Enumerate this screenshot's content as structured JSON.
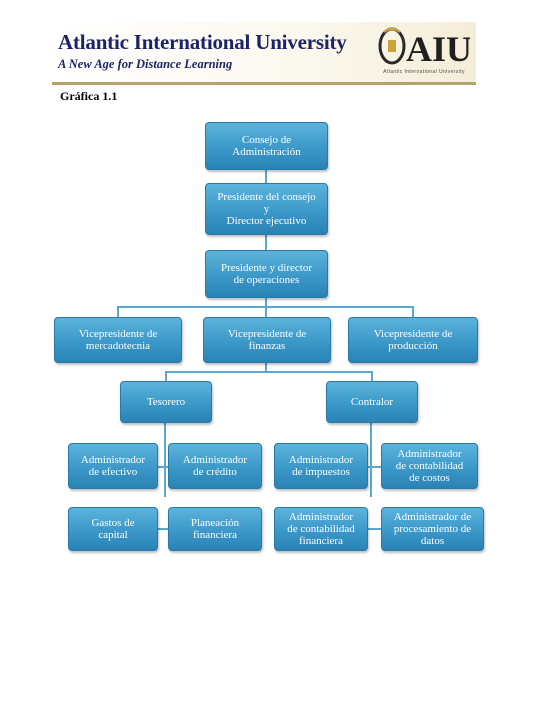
{
  "header": {
    "university_name": "Atlantic International University",
    "tagline": "A New Age for Distance Learning",
    "logo_text": "AIU",
    "logo_subtext": "Atlantic International University"
  },
  "caption": "Gráfica 1.1",
  "chart_data": {
    "type": "org-chart",
    "nodes": [
      {
        "id": "consejo",
        "label": "Consejo de\nAdministración"
      },
      {
        "id": "presidente_consejo",
        "label": "Presidente del consejo\ny\nDirector ejecutivo"
      },
      {
        "id": "presidente_operaciones",
        "label": "Presidente y director\nde operaciones"
      },
      {
        "id": "vp_mercadotecnia",
        "label": "Vicepresidente de\nmercadotecnia"
      },
      {
        "id": "vp_finanzas",
        "label": "Vicepresidente de\nfinanzas"
      },
      {
        "id": "vp_produccion",
        "label": "Vicepresidente de\nproducción"
      },
      {
        "id": "tesorero",
        "label": "Tesorero"
      },
      {
        "id": "contralor",
        "label": "Contralor"
      },
      {
        "id": "adm_efectivo",
        "label": "Administrador\nde efectivo"
      },
      {
        "id": "adm_credito",
        "label": "Administrador\nde crédito"
      },
      {
        "id": "adm_impuestos",
        "label": "Administrador\nde impuestos"
      },
      {
        "id": "adm_costos",
        "label": "Administrador\nde contabilidad\nde costos"
      },
      {
        "id": "gastos_capital",
        "label": "Gastos de\ncapital"
      },
      {
        "id": "planeacion",
        "label": "Planeación\nfinanciera"
      },
      {
        "id": "adm_contab_fin",
        "label": "Administrador\nde contabilidad\nfinanciera"
      },
      {
        "id": "adm_datos",
        "label": "Administrador de\nprocesamiento de\ndatos"
      }
    ],
    "edges": [
      [
        "consejo",
        "presidente_consejo"
      ],
      [
        "presidente_consejo",
        "presidente_operaciones"
      ],
      [
        "presidente_operaciones",
        "vp_mercadotecnia"
      ],
      [
        "presidente_operaciones",
        "vp_finanzas"
      ],
      [
        "presidente_operaciones",
        "vp_produccion"
      ],
      [
        "vp_finanzas",
        "tesorero"
      ],
      [
        "vp_finanzas",
        "contralor"
      ],
      [
        "tesorero",
        "adm_efectivo"
      ],
      [
        "tesorero",
        "adm_credito"
      ],
      [
        "tesorero",
        "gastos_capital"
      ],
      [
        "tesorero",
        "planeacion"
      ],
      [
        "contralor",
        "adm_impuestos"
      ],
      [
        "contralor",
        "adm_costos"
      ],
      [
        "contralor",
        "adm_contab_fin"
      ],
      [
        "contralor",
        "adm_datos"
      ]
    ]
  }
}
